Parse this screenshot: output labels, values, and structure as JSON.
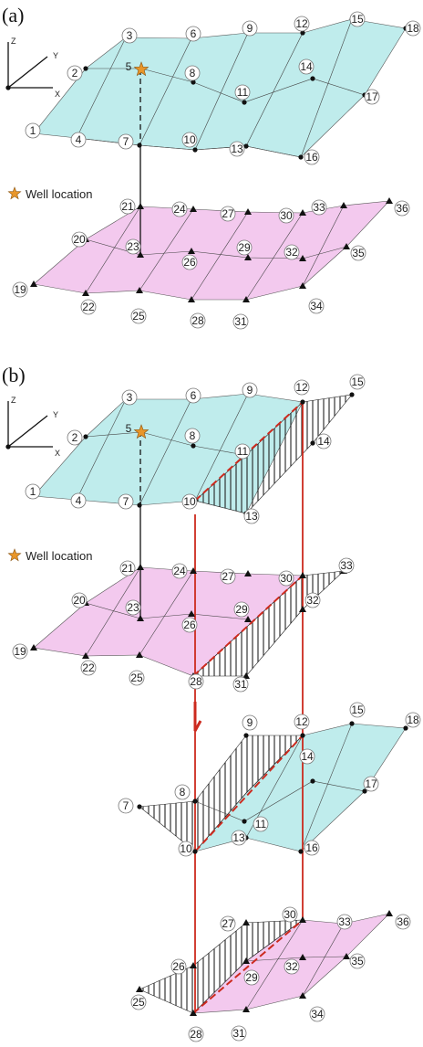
{
  "panels": {
    "a": {
      "label": "(a)"
    },
    "b": {
      "label": "(b)"
    }
  },
  "axes": {
    "x": "X",
    "y": "Y",
    "z": "Z"
  },
  "legend": {
    "well_label": "Well location"
  },
  "colors": {
    "upper_surface": "#bfecec",
    "lower_surface": "#f3c9ee",
    "fault": "#cc2a1e",
    "well": "#e8962a",
    "line": "#333333"
  },
  "icons": [
    "star-icon",
    "triangle-marker",
    "dot-marker"
  ]
}
